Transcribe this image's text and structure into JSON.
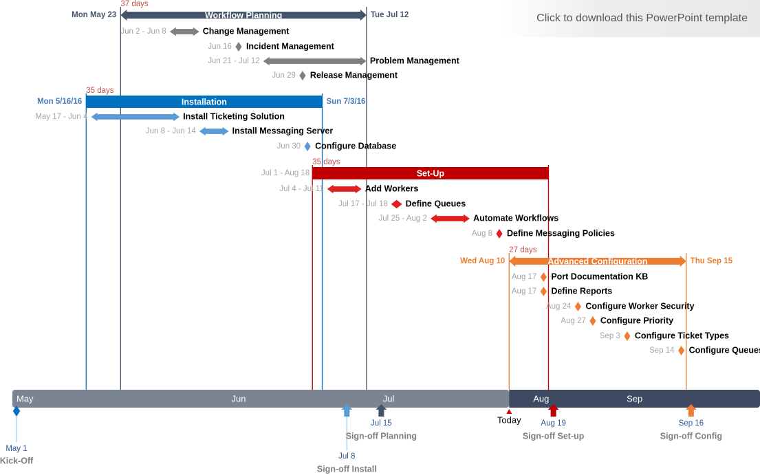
{
  "banner": {
    "text": "Click to download this PowerPoint template"
  },
  "today_label": "Today",
  "chart_data": {
    "type": "gantt",
    "time_axis": {
      "segments": [
        {
          "label": "May",
          "color": "#7b8592"
        },
        {
          "label": "Jun",
          "color": "#7b8592"
        },
        {
          "label": "Jul",
          "color": "#7b8592"
        },
        {
          "label": "Aug",
          "color": "#7b8592"
        },
        {
          "label": "Sep",
          "color": "#3e4a61"
        }
      ],
      "today": "Aug 10"
    },
    "phases": [
      {
        "name": "Workflow Planning",
        "start_label": "Mon May 23",
        "end_label": "Tue Jul 12",
        "duration": "37 days",
        "start": "2016-05-23",
        "end": "2016-07-12",
        "color": "#44546a",
        "label_color": "#44546a",
        "tasks": [
          {
            "name": "Change Management",
            "dates": "Jun 2 - Jun 8",
            "start": "2016-06-02",
            "end": "2016-06-08"
          },
          {
            "name": "Incident Management",
            "dates": "Jun 16",
            "start": "2016-06-16",
            "end": "2016-06-16"
          },
          {
            "name": "Problem Management",
            "dates": "Jun 21 - Jul 12",
            "start": "2016-06-21",
            "end": "2016-07-12"
          },
          {
            "name": "Release Management",
            "dates": "Jun 29",
            "start": "2016-06-29",
            "end": "2016-06-29"
          }
        ],
        "task_color": "#7f7f7f"
      },
      {
        "name": "Installation",
        "start_label": "Mon 5/16/16",
        "end_label": "Sun 7/3/16",
        "duration": "35 days",
        "start": "2016-05-16",
        "end": "2016-07-03",
        "color": "#0070c0",
        "label_color": "#4a7ebb",
        "tasks": [
          {
            "name": "Install Ticketing Solution",
            "dates": "May 17 - Jun 4",
            "start": "2016-05-17",
            "end": "2016-06-04"
          },
          {
            "name": "Install Messaging Server",
            "dates": "Jun 8 - Jun 14",
            "start": "2016-06-08",
            "end": "2016-06-14"
          },
          {
            "name": "Configure Database",
            "dates": "Jun 30",
            "start": "2016-06-30",
            "end": "2016-06-30"
          }
        ],
        "task_color": "#5b9bd5"
      },
      {
        "name": "Set-Up",
        "start_label": "Jul 1 - Aug 18",
        "end_label": "",
        "duration": "35 days",
        "start": "2016-07-01",
        "end": "2016-08-18",
        "color": "#c00000",
        "label_color": "#c0504d",
        "tasks": [
          {
            "name": "Add Workers",
            "dates": "Jul 4 - Jul 11",
            "start": "2016-07-04",
            "end": "2016-07-11"
          },
          {
            "name": "Define Queues",
            "dates": "Jul 17 - Jul 18",
            "start": "2016-07-17",
            "end": "2016-07-18"
          },
          {
            "name": "Automate Workflows",
            "dates": "Jul 25 - Aug 2",
            "start": "2016-07-25",
            "end": "2016-08-02"
          },
          {
            "name": "Define Messaging Policies",
            "dates": "Aug 8",
            "start": "2016-08-08",
            "end": "2016-08-08"
          }
        ],
        "task_color": "#e0201f"
      },
      {
        "name": "Advanced Configuration",
        "start_label": "Wed Aug 10",
        "end_label": "Thu Sep 15",
        "duration": "27 days",
        "start": "2016-08-10",
        "end": "2016-09-15",
        "color": "#ed7d31",
        "label_color": "#ed7d31",
        "tasks": [
          {
            "name": "Port Documentation KB",
            "dates": "Aug 17",
            "start": "2016-08-17",
            "end": "2016-08-17"
          },
          {
            "name": "Define Reports",
            "dates": "Aug 17",
            "start": "2016-08-17",
            "end": "2016-08-17"
          },
          {
            "name": "Configure Worker Security",
            "dates": "Aug 24",
            "start": "2016-08-24",
            "end": "2016-08-24"
          },
          {
            "name": "Configure Priority",
            "dates": "Aug 27",
            "start": "2016-08-27",
            "end": "2016-08-27"
          },
          {
            "name": "Configure Ticket Types",
            "dates": "Sep 3",
            "start": "2016-09-03",
            "end": "2016-09-03"
          },
          {
            "name": "Configure Queues",
            "dates": "Sep 14",
            "start": "2016-09-14",
            "end": "2016-09-14"
          }
        ],
        "task_color": "#ed7d31"
      }
    ],
    "milestones": [
      {
        "date_label": "May 1",
        "name": "Kick-Off",
        "date": "2016-05-01",
        "color": "#0070c0",
        "shape": "diamond"
      },
      {
        "date_label": "Jul 8",
        "name": "Sign-off Install",
        "date": "2016-07-08",
        "color": "#5b9bd5",
        "shape": "arrow"
      },
      {
        "date_label": "Jul 15",
        "name": "Sign-off Planning",
        "date": "2016-07-15",
        "color": "#44546a",
        "shape": "arrow"
      },
      {
        "date_label": "Aug 19",
        "name": "Sign-off Set-up",
        "date": "2016-08-19",
        "color": "#c00000",
        "shape": "arrow"
      },
      {
        "date_label": "Sep 16",
        "name": "Sign-off Config",
        "date": "2016-09-16",
        "color": "#ed7d31",
        "shape": "arrow"
      }
    ]
  }
}
